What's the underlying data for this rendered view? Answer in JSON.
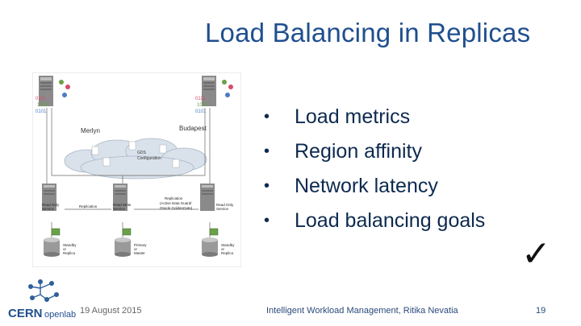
{
  "slide": {
    "title": "Load Balancing in Replicas",
    "bullets": [
      {
        "marker": "•",
        "text": "Load metrics"
      },
      {
        "marker": "•",
        "text": "Region affinity"
      },
      {
        "marker": "•",
        "text": "Network latency"
      },
      {
        "marker": "•",
        "text": "Load balancing goals"
      }
    ],
    "check_mark": "✓"
  },
  "figure": {
    "site_left": "Merlyn",
    "site_right": "Budapest",
    "cloud_label_line1": "GDS",
    "cloud_label_line2": "Configuration",
    "server_left_line1": "Read Only",
    "server_left_line2": "Service",
    "server_mid_line1": "Read Write",
    "server_mid_line2": "Service",
    "server_right_line1": "Read Only",
    "server_right_line2": "Service",
    "replication_left": "Replication",
    "replication_right_line1": "Replication",
    "replication_right_line2": "(Active Data Guard/",
    "replication_right_line3": "Oracle GoldenGate)",
    "db_left_line1": "Standby",
    "db_left_line2": "or",
    "db_left_line3": "Replica",
    "db_mid_line1": "Primary",
    "db_mid_line2": "or",
    "db_mid_line3": "Master",
    "db_right_line1": "Standby",
    "db_right_line2": "or",
    "db_right_line3": "Replica"
  },
  "footer": {
    "logo_text_bold": "CERN",
    "logo_text_light": "openlab",
    "date": "19 August 2015",
    "center": "Intelligent Workload Management, Ritika Nevatia",
    "page": "19"
  }
}
